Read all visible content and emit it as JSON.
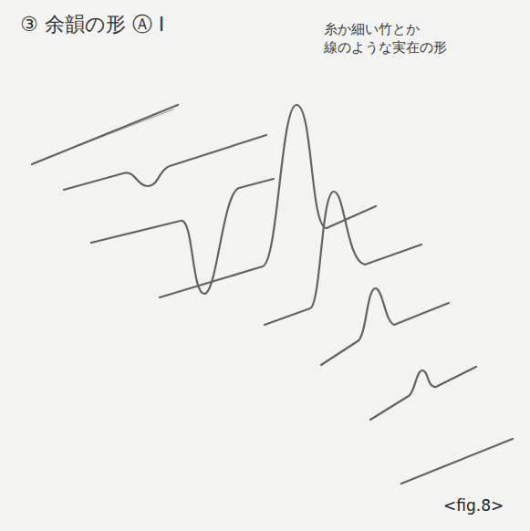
{
  "diagram": {
    "title": "③ 余韻の形 Ⓐ I",
    "caption": "<fig.8>",
    "labels": [
      "糸か細い竹とか 線のような実在の形"
    ]
  }
}
